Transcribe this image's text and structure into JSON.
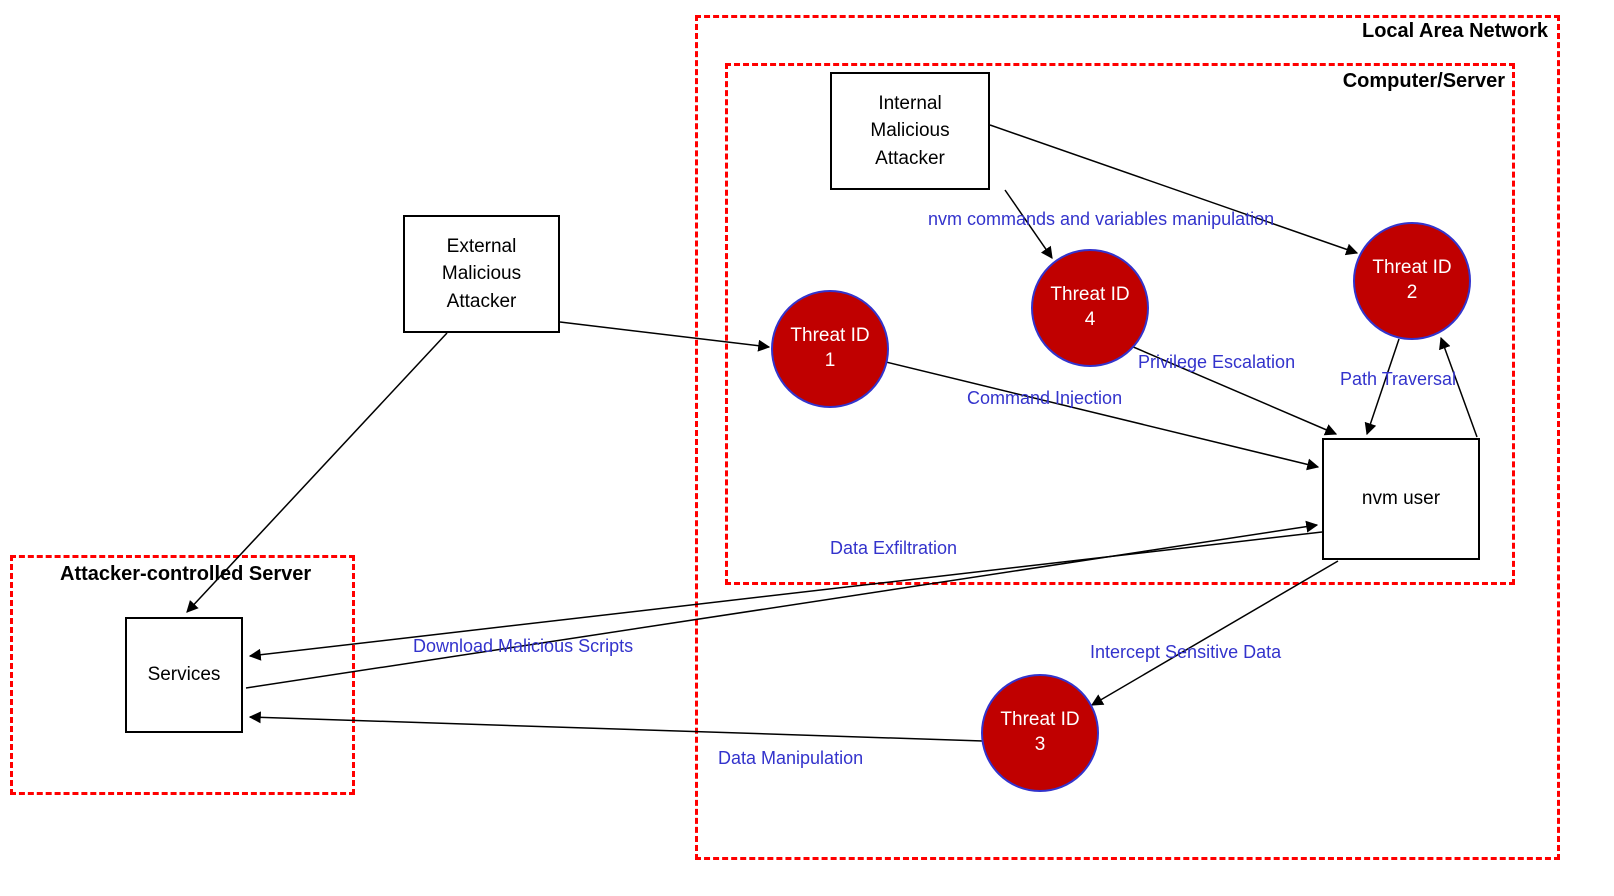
{
  "diagram": {
    "containers": {
      "lan": "Local Area Network",
      "computer": "Computer/Server",
      "attacker_server": "Attacker-controlled Server"
    },
    "nodes": {
      "internal_attacker": "Internal Malicious Attacker",
      "external_attacker": "External Malicious Attacker",
      "nvm_user": "nvm user",
      "services": "Services"
    },
    "threats": {
      "t1": "Threat ID 1",
      "t2": "Threat ID 2",
      "t3": "Threat ID 3",
      "t4": "Threat ID 4"
    },
    "edges": [
      {
        "from": "internal-malicious-attacker",
        "to": "threat-4",
        "label": "nvm commands and variables manipulation"
      },
      {
        "from": "internal-malicious-attacker",
        "to": "threat-2",
        "label": ""
      },
      {
        "from": "external-malicious-attacker",
        "to": "threat-1",
        "label": ""
      },
      {
        "from": "external-malicious-attacker",
        "to": "services",
        "label": ""
      },
      {
        "from": "threat-1",
        "to": "nvm-user",
        "label": "Command Injection"
      },
      {
        "from": "threat-4",
        "to": "nvm-user",
        "label": "Privilege Escalation"
      },
      {
        "from": "threat-2",
        "to": "nvm-user",
        "label": ""
      },
      {
        "from": "nvm-user",
        "to": "threat-2",
        "label": "Path Traversal"
      },
      {
        "from": "nvm-user",
        "to": "services",
        "label": "Data Exfiltration"
      },
      {
        "from": "services",
        "to": "nvm-user",
        "label": "Download Malicious Scripts"
      },
      {
        "from": "threat-3",
        "to": "services",
        "label": "Data Manipulation"
      },
      {
        "from": "nvm-user",
        "to": "threat-3",
        "label": "Intercept Sensitive Data"
      }
    ],
    "colors": {
      "container_border": "#ff0000",
      "threat_fill": "#c00000",
      "threat_border": "#3333cc",
      "edge_label_text": "#3333cc",
      "line": "#000000"
    }
  }
}
